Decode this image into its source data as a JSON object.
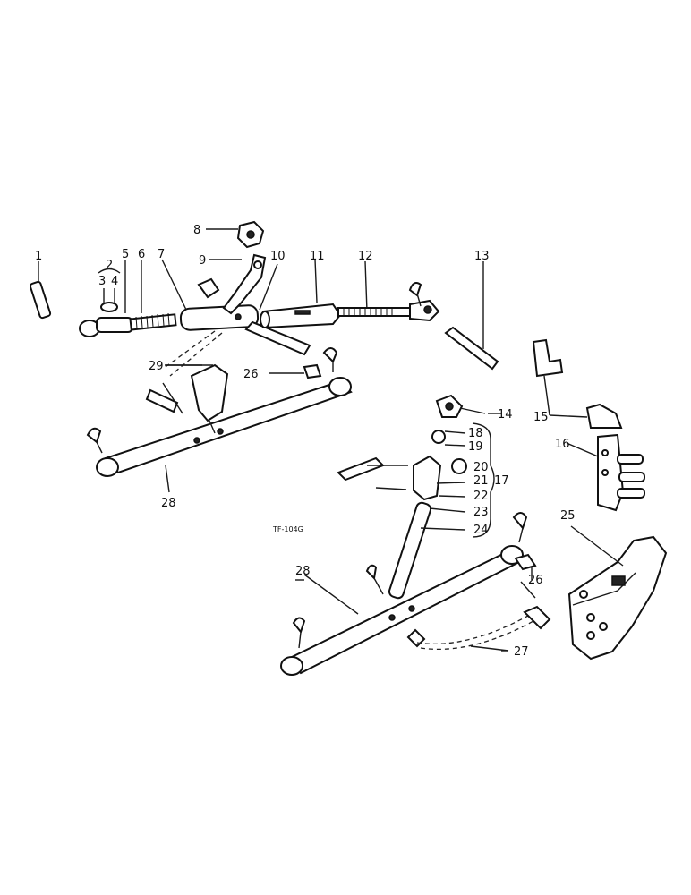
{
  "drawing_code": "TF-104G",
  "callouts": {
    "c1": "1",
    "c2": "2",
    "c3": "3",
    "c4": "4",
    "c5": "5",
    "c6": "6",
    "c7": "7",
    "c8": "8",
    "c9": "9",
    "c10": "10",
    "c11": "11",
    "c12": "12",
    "c13": "13",
    "c14": "14",
    "c15": "15",
    "c16": "16",
    "c17": "17",
    "c18": "18",
    "c19": "19",
    "c20": "20",
    "c21": "21",
    "c22": "22",
    "c23": "23",
    "c24": "24",
    "c25": "25",
    "c26a": "26",
    "c26b": "26",
    "c27": "27",
    "c28a": "28",
    "c28b": "28",
    "c29": "29"
  }
}
